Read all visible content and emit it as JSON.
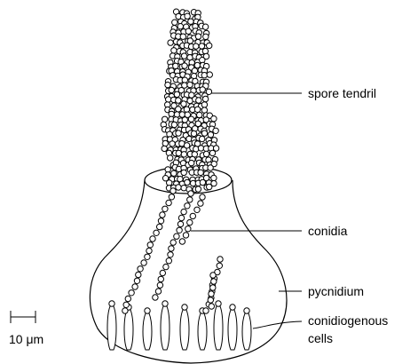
{
  "labels": {
    "spore_tendril": "spore tendril",
    "conidia": "conidia",
    "pycnidium": "pycnidium",
    "conidiogenous_line1": "conidiogenous",
    "conidiogenous_line2": "cells"
  },
  "scale_bar": {
    "label": "10 μm"
  },
  "colors": {
    "line": "#000000",
    "fill": "#ffffff"
  }
}
